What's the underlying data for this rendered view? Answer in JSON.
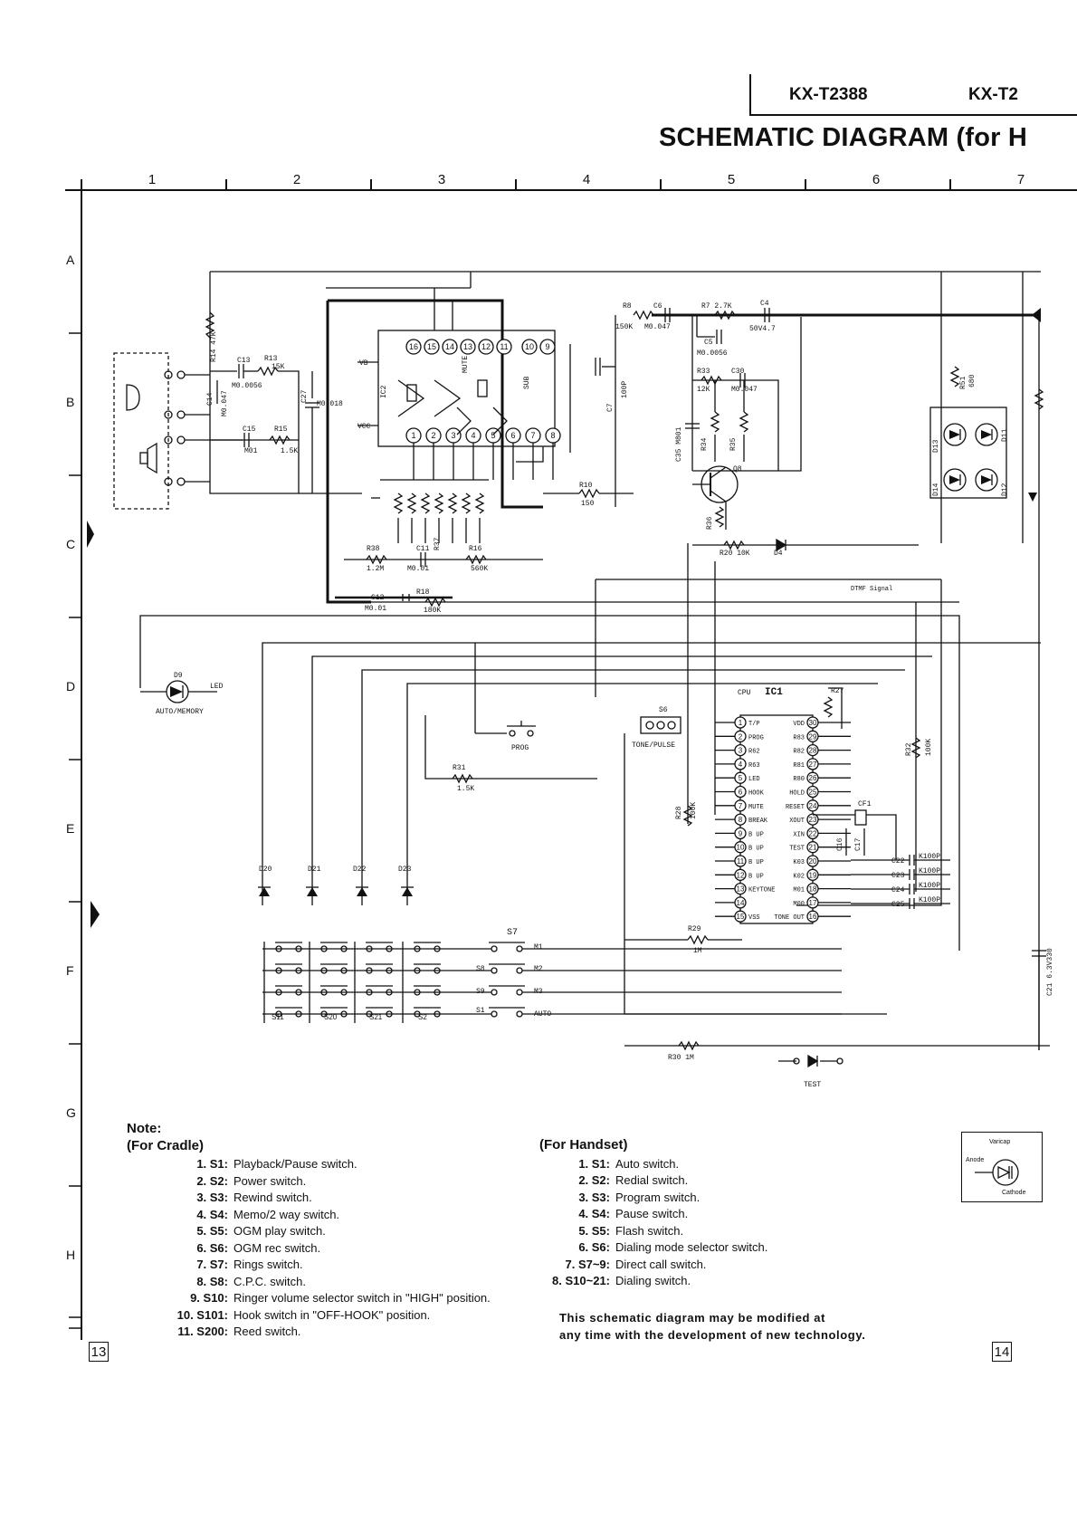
{
  "header": {
    "model_1": "KX-T2388",
    "model_2": "KX-T2",
    "title": "SCHEMATIC DIAGRAM (for H"
  },
  "grid": {
    "columns": [
      "1",
      "2",
      "3",
      "4",
      "5",
      "6",
      "7"
    ],
    "rows": [
      "A",
      "B",
      "C",
      "D",
      "E",
      "F",
      "G",
      "H"
    ]
  },
  "labels": {
    "r14": "R14 47K",
    "c13": "C13",
    "c13v": "M0.0056",
    "r13": "R13",
    "r13v": "15K",
    "c14": "C14",
    "c14v": "M0.047",
    "c27": "C27",
    "c27v": "M0.018",
    "c15": "C15",
    "c15v": "M01",
    "r15": "R15",
    "r15v": "1.5K",
    "ic2": "IC2",
    "vb": "VB",
    "vcc": "VCC",
    "mute": "MUTE",
    "sub": "SUB",
    "r8": "R8",
    "r8v": "150K",
    "c6": "C6",
    "c6v": "M0.047",
    "r7": "R7 2.7K",
    "c4": "C4",
    "c4v": "50V4.7",
    "c5": "C5",
    "c5v": "M0.0056",
    "r33": "R33",
    "r33v": "12K",
    "c30": "C30",
    "c30v": "M0.047",
    "c7": "C7",
    "c7v": "100P",
    "c35": "C35 M801",
    "r34": "R34",
    "r35": "R35",
    "q8": "Q8",
    "r36": "R36",
    "r51": "R51",
    "r51v": "680",
    "d13": "D13",
    "d11": "D11",
    "d14": "D14",
    "d12": "D12",
    "r10": "R10",
    "r10v": "150",
    "r38": "R38",
    "r38v": "1.2M",
    "c11": "C11",
    "c11v": "M0.01",
    "r37": "R37",
    "r16": "R16",
    "r16v": "560K",
    "c12": "C12",
    "c12v": "M0.01",
    "r18": "R18",
    "r18v": "180K",
    "r20": "R20 10K",
    "d4": "D4",
    "dtmf": "DTMF Signal",
    "d9": "D9",
    "led": "LED",
    "auto_memory": "AUTO/MEMORY",
    "s6": "S6",
    "tone_pulse": "TONE/PULSE",
    "prog": "PROG",
    "r31": "R31",
    "r31v": "1.5K",
    "cpu": "CPU",
    "ic1": "IC1",
    "r27": "R27",
    "r32": "R32",
    "r32v": "100K",
    "r28": "R28",
    "r28v": "100K",
    "cf1": "CF1",
    "c16": "C16",
    "c17": "C17",
    "c22": "C22",
    "c23": "C23",
    "c24": "C24",
    "c25": "C25",
    "k100p": "K100P",
    "d20": "D20",
    "d21": "D21",
    "d22": "D22",
    "d23": "D23",
    "s7": "S7",
    "s8": "S8",
    "s9": "S9",
    "s1": "S1",
    "m1": "M1",
    "m2": "M2",
    "m3": "M3",
    "auto": "AUTO",
    "s11": "S11",
    "s20": "S20",
    "s21": "S21",
    "s2": "S2",
    "r29": "R29",
    "r29v": "1M",
    "r30": "R30  1M",
    "c21": "C21 6.3V330",
    "test": "TEST"
  },
  "ic1_pins_left": [
    [
      "1",
      "T/P"
    ],
    [
      "2",
      "PROG"
    ],
    [
      "3",
      "R62"
    ],
    [
      "4",
      "R63"
    ],
    [
      "5",
      "LED"
    ],
    [
      "6",
      "HOOK"
    ],
    [
      "7",
      "MUTE"
    ],
    [
      "8",
      "BREAK"
    ],
    [
      "9",
      "B UP"
    ],
    [
      "10",
      "B UP"
    ],
    [
      "11",
      "B UP"
    ],
    [
      "12",
      "B UP"
    ],
    [
      "13",
      "KEYTONE"
    ],
    [
      "14",
      ""
    ],
    [
      "15",
      "VSS"
    ]
  ],
  "ic1_pins_right": [
    [
      "30",
      "VDD"
    ],
    [
      "29",
      "R83"
    ],
    [
      "28",
      "R82"
    ],
    [
      "27",
      "R81"
    ],
    [
      "26",
      "R80"
    ],
    [
      "25",
      "HOLD"
    ],
    [
      "24",
      "RESET"
    ],
    [
      "23",
      "XOUT"
    ],
    [
      "22",
      "XIN"
    ],
    [
      "21",
      "TEST"
    ],
    [
      "20",
      "K03"
    ],
    [
      "19",
      "K02"
    ],
    [
      "18",
      "M01"
    ],
    [
      "17",
      "M00"
    ],
    [
      "16",
      "TONE OUT"
    ]
  ],
  "ic2_pins_top": [
    "16",
    "15",
    "14",
    "13",
    "12",
    "11",
    "10",
    "9"
  ],
  "ic2_pins_bottom": [
    "1",
    "2",
    "3",
    "4",
    "5",
    "6",
    "7",
    "8"
  ],
  "notes": {
    "heading": "Note:",
    "cradle_title": "(For  Cradle)",
    "cradle": [
      {
        "num": "1.  S1:",
        "text": "Playback/Pause switch."
      },
      {
        "num": "2.  S2:",
        "text": "Power switch."
      },
      {
        "num": "3.  S3:",
        "text": "Rewind switch."
      },
      {
        "num": "4.  S4:",
        "text": "Memo/2 way switch."
      },
      {
        "num": "5.  S5:",
        "text": "OGM play switch."
      },
      {
        "num": "6.  S6:",
        "text": "OGM rec switch."
      },
      {
        "num": "7.  S7:",
        "text": "Rings switch."
      },
      {
        "num": "8.  S8:",
        "text": "C.P.C. switch."
      },
      {
        "num": "9.  S10:",
        "text": "Ringer volume selector switch in \"HIGH\" position."
      },
      {
        "num": "10.  S101:",
        "text": "Hook switch in \"OFF-HOOK\" position."
      },
      {
        "num": "11.  S200:",
        "text": "Reed switch."
      }
    ],
    "handset_title": "(For  Handset)",
    "handset": [
      {
        "num": "1.  S1:",
        "text": "Auto switch."
      },
      {
        "num": "2.  S2:",
        "text": "Redial switch."
      },
      {
        "num": "3.  S3:",
        "text": "Program switch."
      },
      {
        "num": "4.  S4:",
        "text": "Pause switch."
      },
      {
        "num": "5.  S5:",
        "text": "Flash switch."
      },
      {
        "num": "6.  S6:",
        "text": "Dialing mode selector switch."
      },
      {
        "num": "7.  S7~9:",
        "text": "Direct call switch."
      },
      {
        "num": "8.  S10~21:",
        "text": "Dialing switch."
      }
    ],
    "disclaimer_1": "This schematic diagram may be modified at",
    "disclaimer_2": "any time with the development of new technology."
  },
  "page_numbers": {
    "left": "13",
    "right": "14"
  },
  "legend": {
    "varicap": "Varicap",
    "anode": "Anode",
    "cathode": "Cathode"
  }
}
